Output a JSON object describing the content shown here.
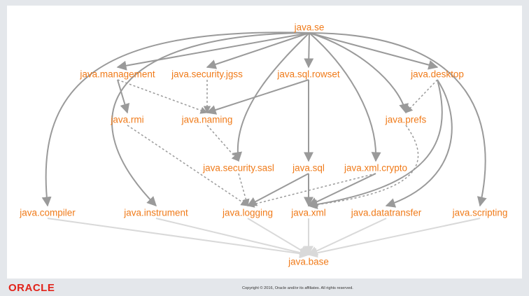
{
  "modules": {
    "java_se": "java.se",
    "java_management": "java.management",
    "java_security_jgss": "java.security.jgss",
    "java_sql_rowset": "java.sql.rowset",
    "java_desktop": "java.desktop",
    "java_rmi": "java.rmi",
    "java_naming": "java.naming",
    "java_prefs": "java.prefs",
    "java_security_sasl": "java.security.sasl",
    "java_sql": "java.sql",
    "java_xml_crypto": "java.xml.crypto",
    "java_compiler": "java.compiler",
    "java_instrument": "java.instrument",
    "java_logging": "java.logging",
    "java_xml": "java.xml",
    "java_datatransfer": "java.datatransfer",
    "java_scripting": "java.scripting",
    "java_base": "java.base"
  },
  "edges": {
    "solid": [
      [
        "java_se",
        "java_management"
      ],
      [
        "java_se",
        "java_security_jgss"
      ],
      [
        "java_se",
        "java_sql_rowset"
      ],
      [
        "java_se",
        "java_desktop"
      ],
      [
        "java_se",
        "java_compiler"
      ],
      [
        "java_se",
        "java_instrument"
      ],
      [
        "java_se",
        "java_security_sasl"
      ],
      [
        "java_se",
        "java_xml_crypto"
      ],
      [
        "java_se",
        "java_prefs"
      ],
      [
        "java_se",
        "java_scripting"
      ],
      [
        "java_management",
        "java_rmi"
      ],
      [
        "java_sql_rowset",
        "java_naming"
      ],
      [
        "java_sql_rowset",
        "java_sql"
      ],
      [
        "java_desktop",
        "java_datatransfer"
      ],
      [
        "java_desktop",
        "java_xml"
      ],
      [
        "java_sql",
        "java_logging"
      ],
      [
        "java_sql",
        "java_xml"
      ],
      [
        "java_xml_crypto",
        "java_xml"
      ]
    ],
    "dotted": [
      [
        "java_management",
        "java_naming"
      ],
      [
        "java_security_jgss",
        "java_naming"
      ],
      [
        "java_desktop",
        "java_prefs"
      ],
      [
        "java_naming",
        "java_security_sasl"
      ],
      [
        "java_rmi",
        "java_logging"
      ],
      [
        "java_security_sasl",
        "java_logging"
      ],
      [
        "java_xml_crypto",
        "java_logging"
      ],
      [
        "java_prefs",
        "java_xml"
      ]
    ],
    "base": [
      "java_compiler",
      "java_instrument",
      "java_logging",
      "java_xml",
      "java_datatransfer",
      "java_scripting"
    ]
  },
  "colors": {
    "node_text": "#f07b1a",
    "edge": "#9a9a9a",
    "base_edge": "#d9d9d9",
    "oracle_red": "#e2231a"
  },
  "footer": {
    "logo": "ORACLE",
    "copyright": "Copyright © 2016, Oracle and/or its affiliates. All rights reserved."
  }
}
